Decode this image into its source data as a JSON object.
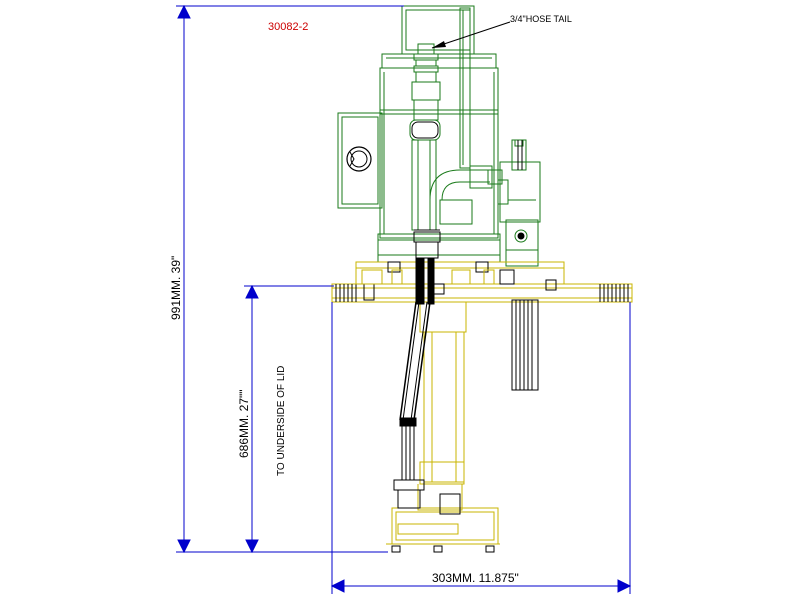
{
  "drawing": {
    "drawing_number": "30082-2",
    "hose_label": "3/4\"HOSE TAIL",
    "overall_height": "991MM. 39\"",
    "lid_height": "686MM. 27\"\"",
    "lid_note": "TO UNDERSIDE OF LID",
    "flange_width": "303MM. 11.875\""
  },
  "colors": {
    "body": "#1a7a1a",
    "flange": "#c8b400",
    "dimension": "#0000cc",
    "number": "#cc0000",
    "detail": "#000000"
  }
}
